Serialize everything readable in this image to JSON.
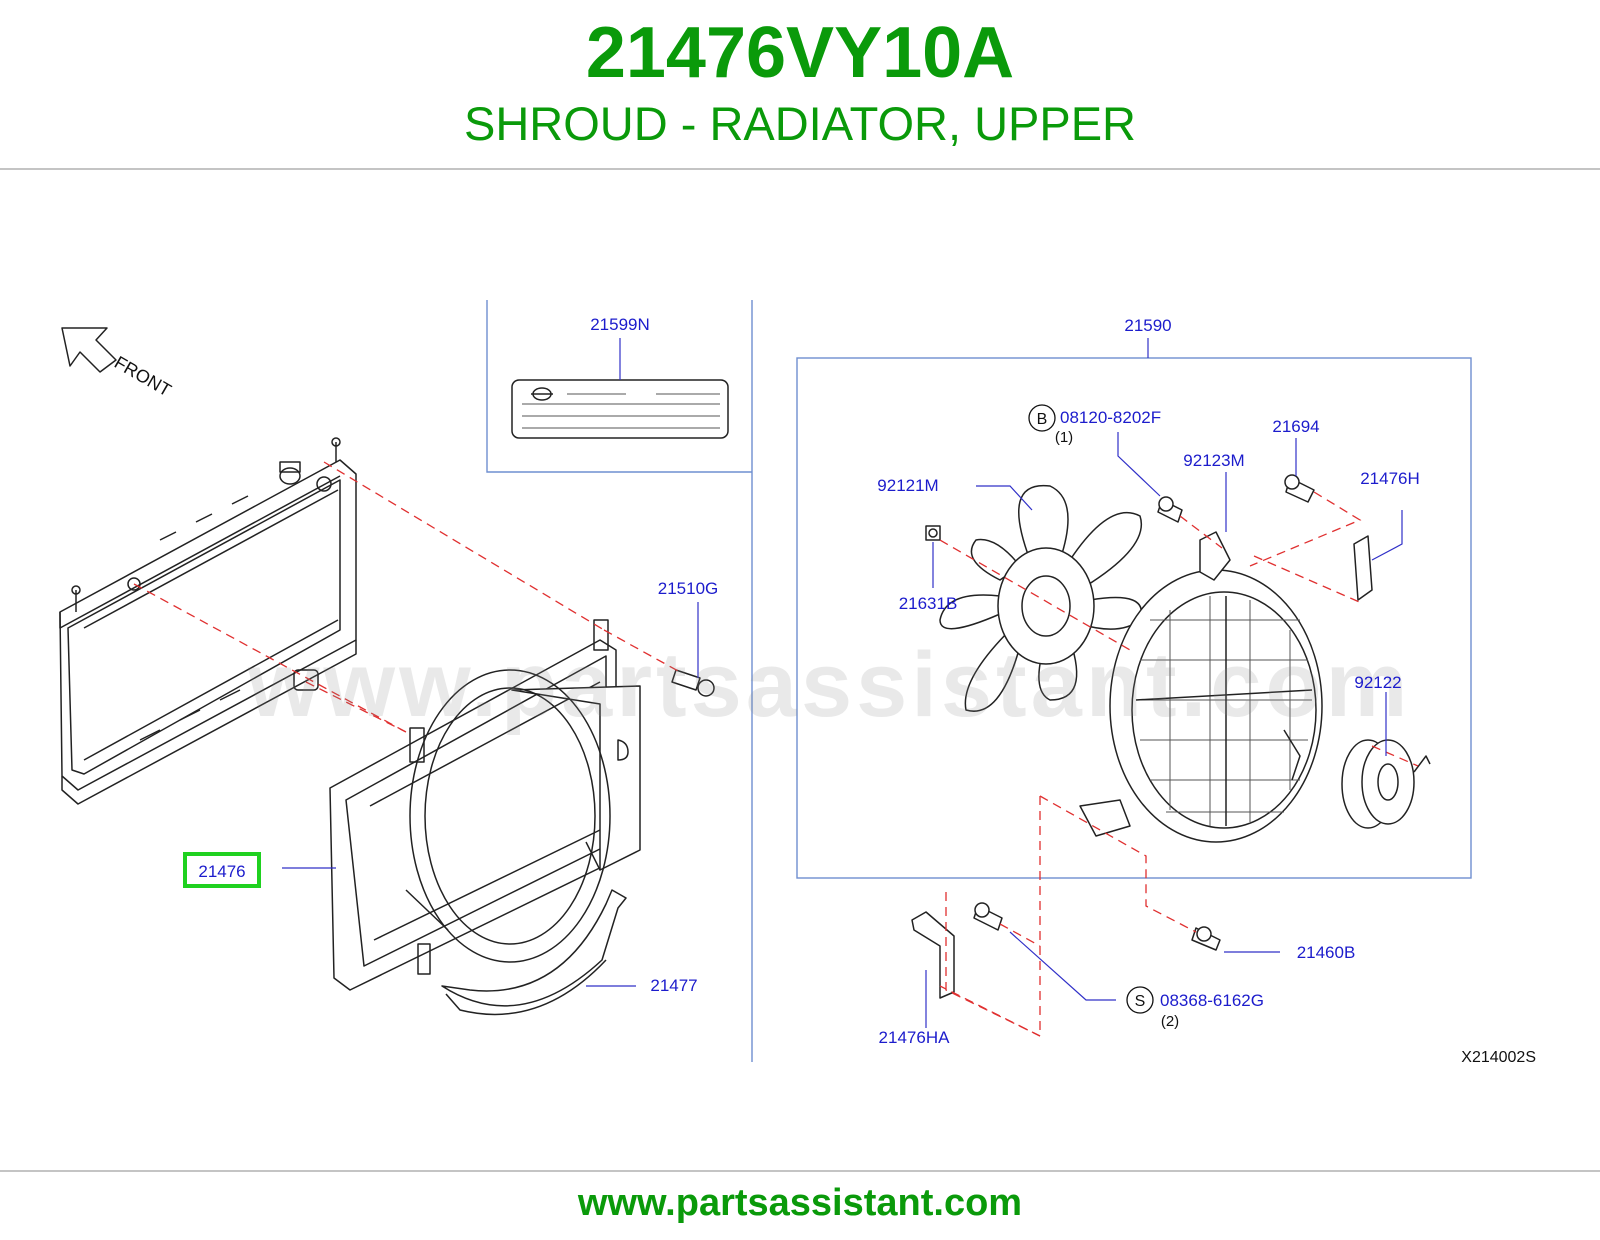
{
  "header": {
    "part_number": "21476VY10A",
    "description": "SHROUD - RADIATOR, UPPER"
  },
  "footer": {
    "url": "www.partsassistant.com"
  },
  "watermark": "www.partsassistant.com",
  "diagram": {
    "direction_label": "FRONT",
    "figure_code": "X214002S",
    "highlight_color": "#1fd11f",
    "label_color": "#1c1ccc",
    "callouts": {
      "c21599N": "21599N",
      "c21590": "21590",
      "c08120": "08120-8202F",
      "c08120_qty": "(1)",
      "c08120_letter": "B",
      "c21694": "21694",
      "c92123M": "92123M",
      "c21476H": "21476H",
      "c92121M": "92121M",
      "c21631B": "21631B",
      "c21510G": "21510G",
      "c92122": "92122",
      "c21476": "21476",
      "c21477": "21477",
      "c21460B": "21460B",
      "c08368": "08368-6162G",
      "c08368_qty": "(2)",
      "c08368_letter": "S",
      "c21476HA": "21476HA"
    }
  }
}
